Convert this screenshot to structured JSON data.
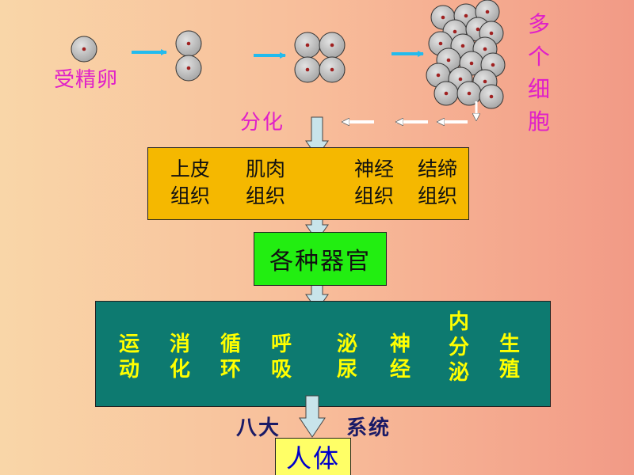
{
  "stages": {
    "zygote": "受精卵",
    "many_cells": "多个细胞",
    "differentiation": "分化"
  },
  "tissues": [
    {
      "line1": "上皮",
      "line2": "组织"
    },
    {
      "line1": "肌肉",
      "line2": "组织"
    },
    {
      "line1": "神经",
      "line2": "组织"
    },
    {
      "line1": "结缔",
      "line2": "组织"
    }
  ],
  "organs": "各种器官",
  "systems": [
    "运动",
    "消化",
    "循环",
    "呼吸",
    "泌尿",
    "神经",
    "内分泌",
    "生殖"
  ],
  "system_caption": {
    "left": "八大",
    "right": "系统"
  },
  "result": "人体",
  "colors": {
    "magenta_text": "#e020c8",
    "tissue_box": "#f5b800",
    "organ_box": "#22ee11",
    "system_box": "#0d7a70",
    "system_text": "#ffff00",
    "human_box": "#ffff66",
    "human_text": "#0000cc",
    "arrow_blue": "#22bbee",
    "flow_arrow": "#c8e4ea"
  }
}
